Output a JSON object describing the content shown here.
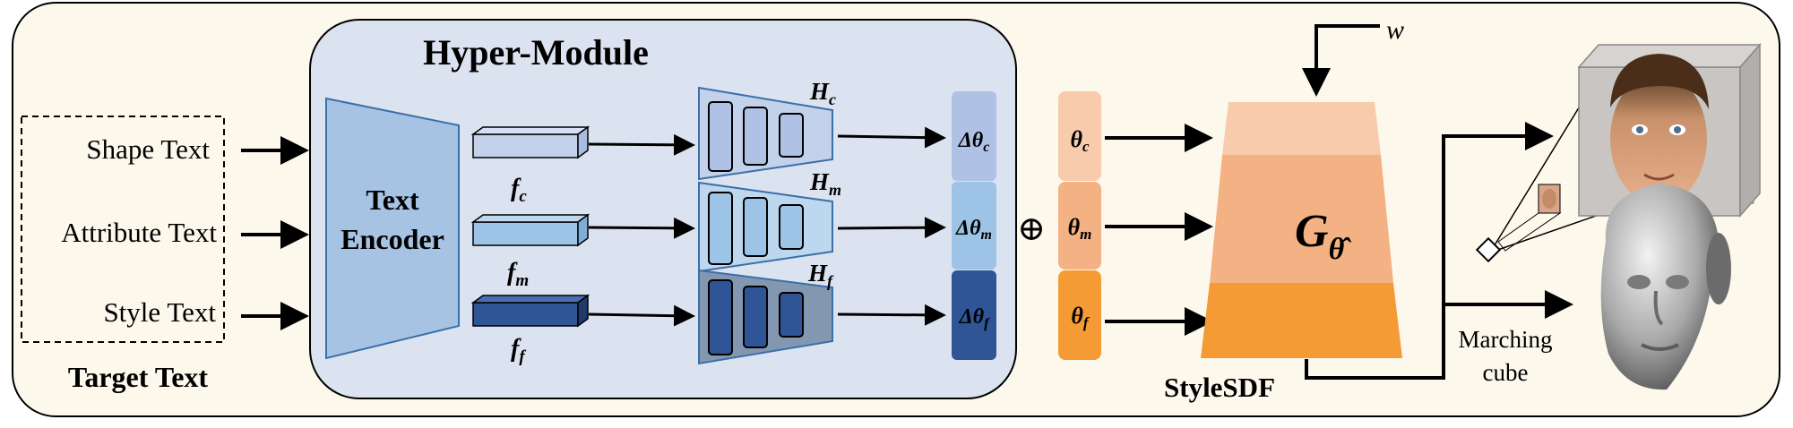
{
  "inputs": {
    "items": [
      "Shape Text",
      "Attribute Text",
      "Style Text"
    ],
    "group_label": "Target Text"
  },
  "hyper_module": {
    "title": "Hyper-Module",
    "encoder": {
      "line1": "Text",
      "line2": "Encoder"
    },
    "features": [
      {
        "base": "f",
        "sub": "c"
      },
      {
        "base": "f",
        "sub": "m"
      },
      {
        "base": "f",
        "sub": "f"
      }
    ],
    "heads": [
      {
        "base": "H",
        "sub": "c"
      },
      {
        "base": "H",
        "sub": "m"
      },
      {
        "base": "H",
        "sub": "f"
      }
    ],
    "deltas": [
      {
        "prefix": "Δθ",
        "sub": "c"
      },
      {
        "prefix": "Δθ",
        "sub": "m"
      },
      {
        "prefix": "Δθ",
        "sub": "f"
      }
    ]
  },
  "combine_symbol": "⊕",
  "thetas": [
    {
      "base": "θ",
      "sub": "c"
    },
    {
      "base": "θ",
      "sub": "m"
    },
    {
      "base": "θ",
      "sub": "f"
    }
  ],
  "generator": {
    "symbol": "G",
    "sub": "θ̂",
    "label": "StyleSDF",
    "latent": "w"
  },
  "output": {
    "marching_label_1": "Marching",
    "marching_label_2": "cube"
  },
  "colors": {
    "background": "#FDF8EC",
    "module_bg": "#DCE3F0",
    "encoder": "#A6C3E3",
    "light_blue": "#C3D1EB",
    "mid_blue": "#9DC3E6",
    "dark_blue": "#2F5597",
    "orange_light": "#F8CBAD",
    "orange_mid": "#F4B183",
    "orange_dark": "#F59B36"
  }
}
